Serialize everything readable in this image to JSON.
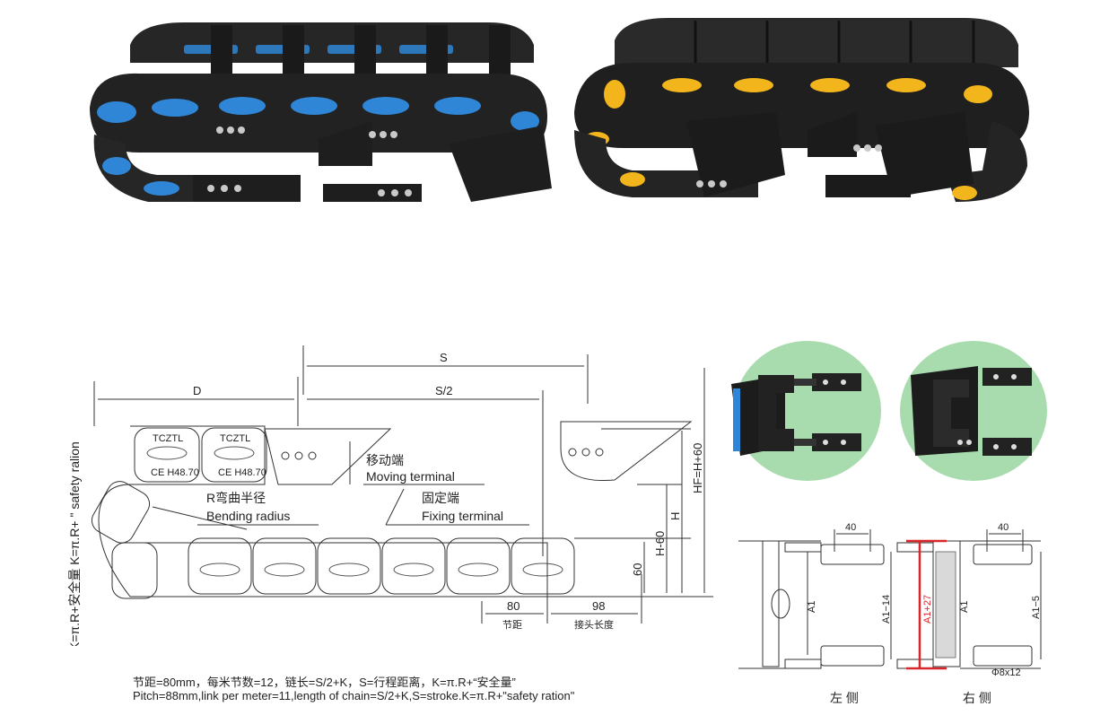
{
  "photos": {
    "left_accent": "#2f86d6",
    "right_accent": "#f2b51c",
    "chain_color": "#1f1f1f"
  },
  "diagram": {
    "dim_s": "S",
    "dim_d": "D",
    "dim_s2": "S/2",
    "moving_cn": "移动端",
    "moving_en": "Moving terminal",
    "radius_cn": "R弯曲半径",
    "radius_en": "Bending radius",
    "fixing_cn": "固定端",
    "fixing_en": "Fixing terminal",
    "dim_80": "80",
    "dim_98": "98",
    "pitch_cn": "节距",
    "joint_cn": "接头长度",
    "dim_60": "60",
    "dim_h60": "H-60",
    "dim_h": "H",
    "dim_hf": "HF=H+60",
    "vertical_formula": "K=π.R+安全量 K=π.R+ \" safety ralion",
    "link_brand": "TCZTL",
    "link_model": "CE H48.70"
  },
  "drawings": {
    "dim_40a": "40",
    "dim_40b": "40",
    "dim_a1_left": "A1",
    "dim_a1_14": "A1−14",
    "dim_a1_27": "A1+27",
    "dim_a1_right": "A1",
    "dim_a1_5": "A1−5",
    "hole": "Φ8x12",
    "left_side": "左 侧",
    "right_side": "右 侧",
    "circle_bg": "#a8dcae"
  },
  "footer": {
    "line_cn": "节距=80mm，每米节数=12，链长=S/2+K，S=行程距离，K=π.R+“安全量”",
    "line_en": "Pitch=88mm,link per meter=11,length of chain=S/2+K,S=stroke.K=π.R+\"safety ration\""
  }
}
